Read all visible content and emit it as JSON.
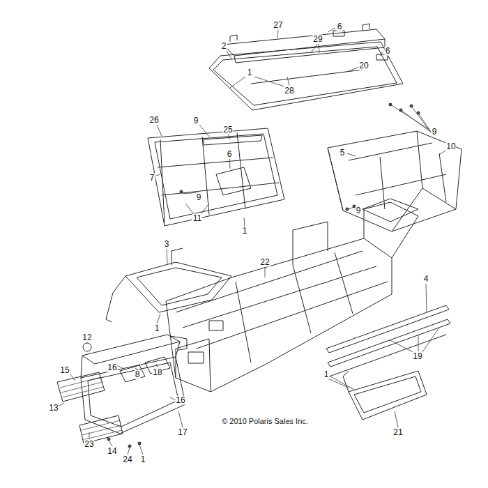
{
  "diagram": {
    "labels": [
      "27",
      "6",
      "29",
      "2",
      "6",
      "20",
      "1",
      "28",
      "9",
      "26",
      "9",
      "25",
      "5",
      "10",
      "6",
      "7",
      "9",
      "9",
      "11",
      "1",
      "3",
      "22",
      "4",
      "1",
      "12",
      "19",
      "15",
      "16",
      "8",
      "18",
      "16",
      "1",
      "13",
      "17",
      "© 2010 Polaris Sales Inc.",
      "21",
      "23",
      "14",
      "24",
      "1"
    ]
  }
}
